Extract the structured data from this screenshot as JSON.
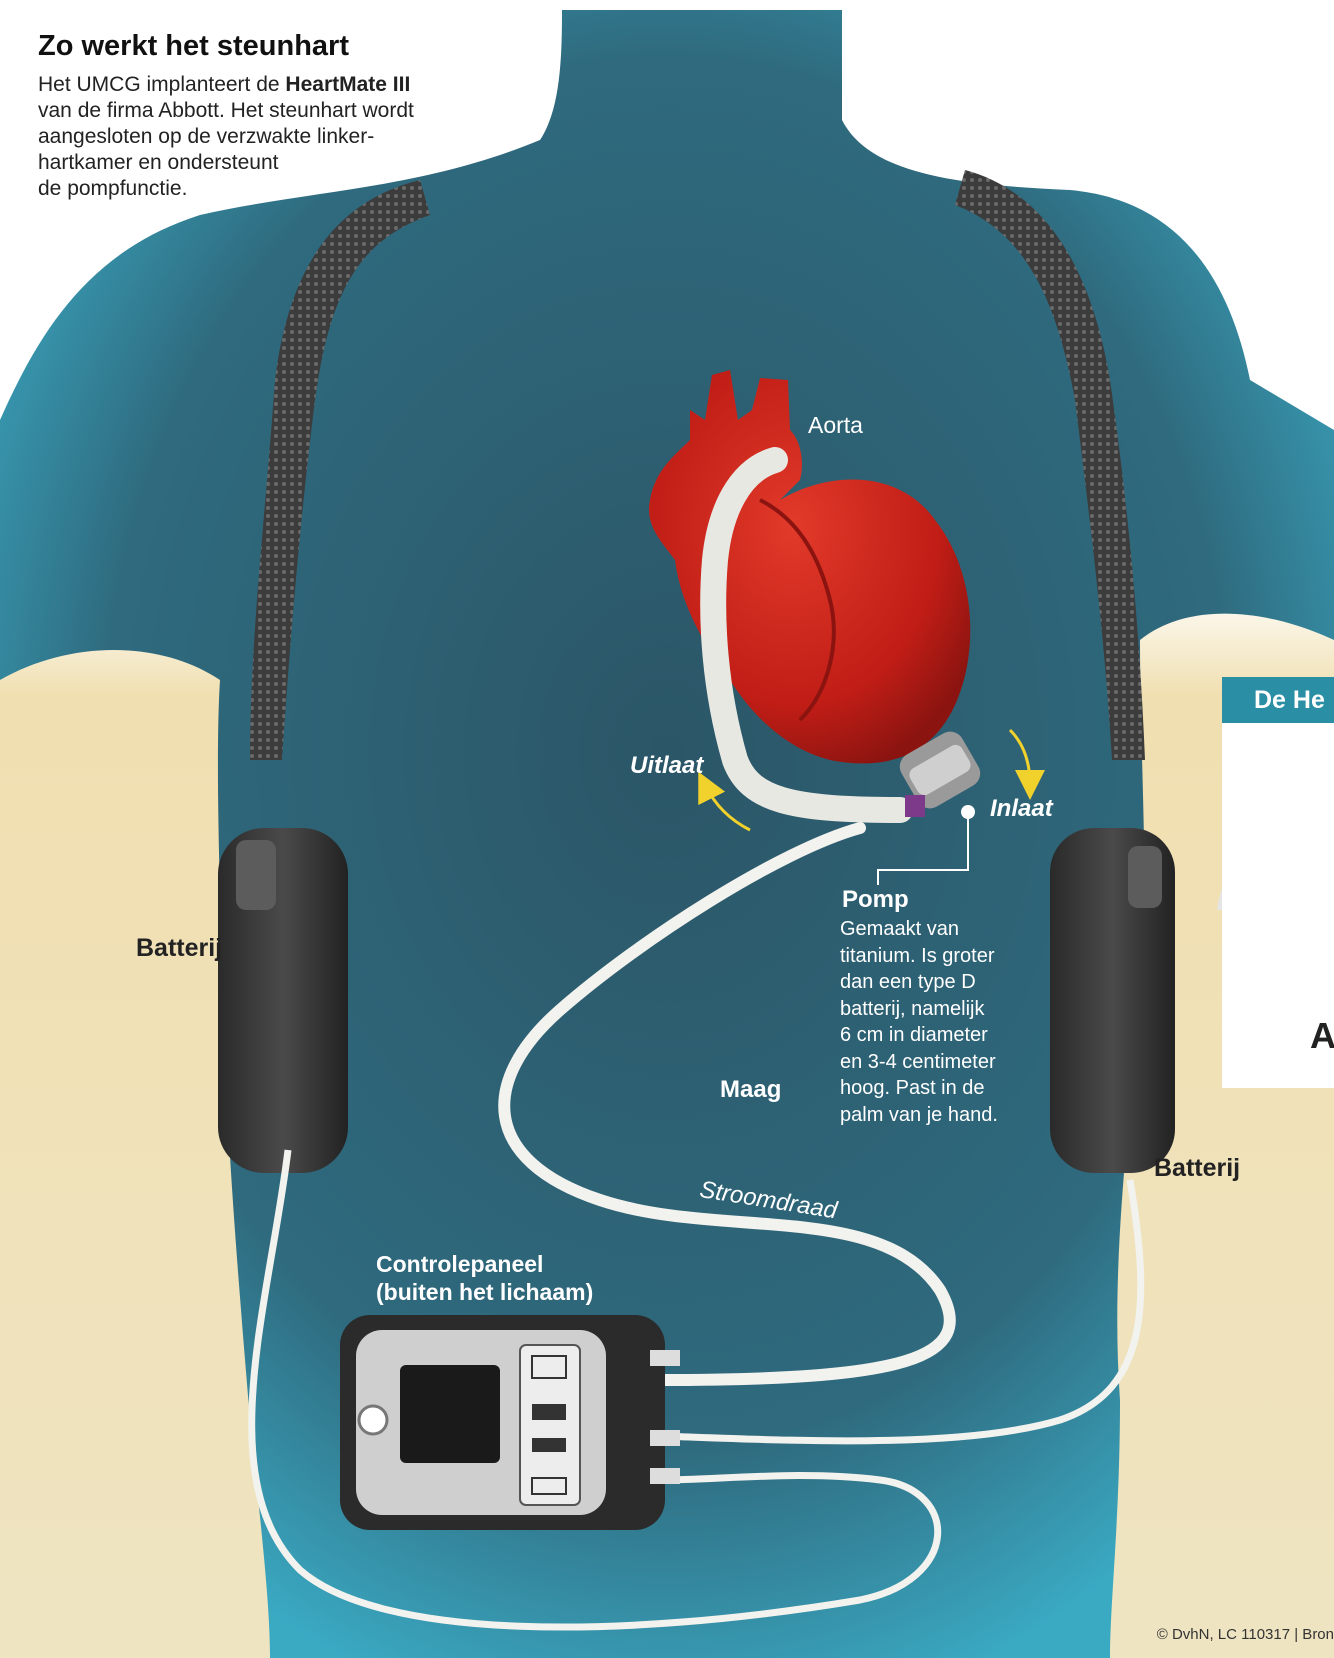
{
  "intro": {
    "title": "Zo werkt het steunhart",
    "line1_pre": "Het UMCG implanteert de ",
    "line1_bold": "HeartMate III",
    "line2": "van de firma Abbott. Het steunhart wordt",
    "line3": "aangesloten op de verzwakte linker-",
    "line4": "hartkamer en ondersteunt",
    "line5": "de pompfunctie."
  },
  "labels": {
    "aorta": "Aorta",
    "uitlaat": "Uitlaat",
    "inlaat": "Inlaat",
    "pomp_title": "Pomp",
    "pomp_lines": [
      "Gemaakt van",
      "titanium. Is groter",
      "dan een type D",
      "batterij, namelijk",
      "6 cm in diameter",
      "en 3-4 centimeter",
      "hoog. Past in de",
      "palm van je hand."
    ],
    "maag": "Maag",
    "batterij_left": "Batterij",
    "batterij_right": "Batterij",
    "stroomdraad": "Stroomdraad",
    "controle_line1": "Controlepaneel",
    "controle_line2": "(buiten het lichaam)"
  },
  "sidebar": {
    "header": "De He",
    "logo_text": "A"
  },
  "credit": "© DvhN, LC 110317 | Bron",
  "colors": {
    "body": "#2f5f72",
    "body_glow": "#3ab0c8",
    "heart": "#c8201a",
    "cable": "#f2f2ee",
    "paper": "#f3ead0",
    "accent": "#2a8fa5",
    "arrow": "#f1d22c"
  }
}
